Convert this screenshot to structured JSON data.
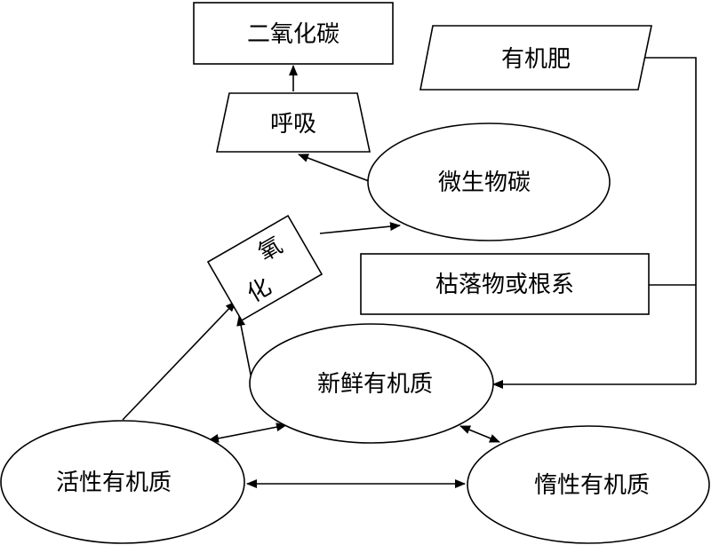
{
  "nodes": {
    "carbon_dioxide": "二氧化碳",
    "organic_fertilizer": "有机肥",
    "respiration": "呼吸",
    "microbial_carbon": "微生物碳",
    "mineralization_1": "氧",
    "mineralization_2": "化",
    "litter_roots": "枯落物或根系",
    "fresh_organic_matter": "新鲜有机质",
    "active_organic_matter": "活性有机质",
    "inert_organic_matter": "惰性有机质"
  },
  "colors": {
    "stroke": "#000000",
    "fill": "#ffffff",
    "text": "#000000"
  }
}
